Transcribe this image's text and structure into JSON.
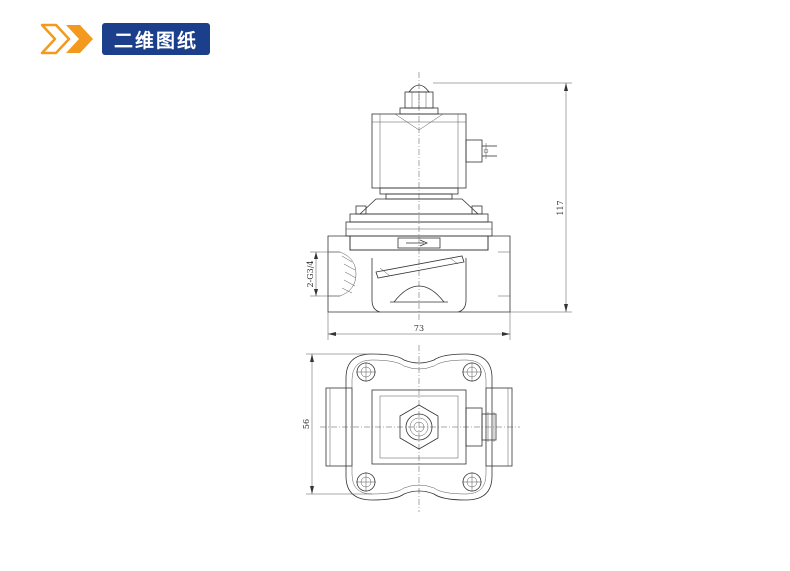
{
  "header": {
    "title": "二维图纸",
    "accent_color": "#f39a1e",
    "badge_color": "#1b3f8b",
    "icon": "double-chevron-icon"
  },
  "dimensions": {
    "height": "117",
    "width": "73",
    "port": "2-G3/4",
    "depth": "56"
  }
}
